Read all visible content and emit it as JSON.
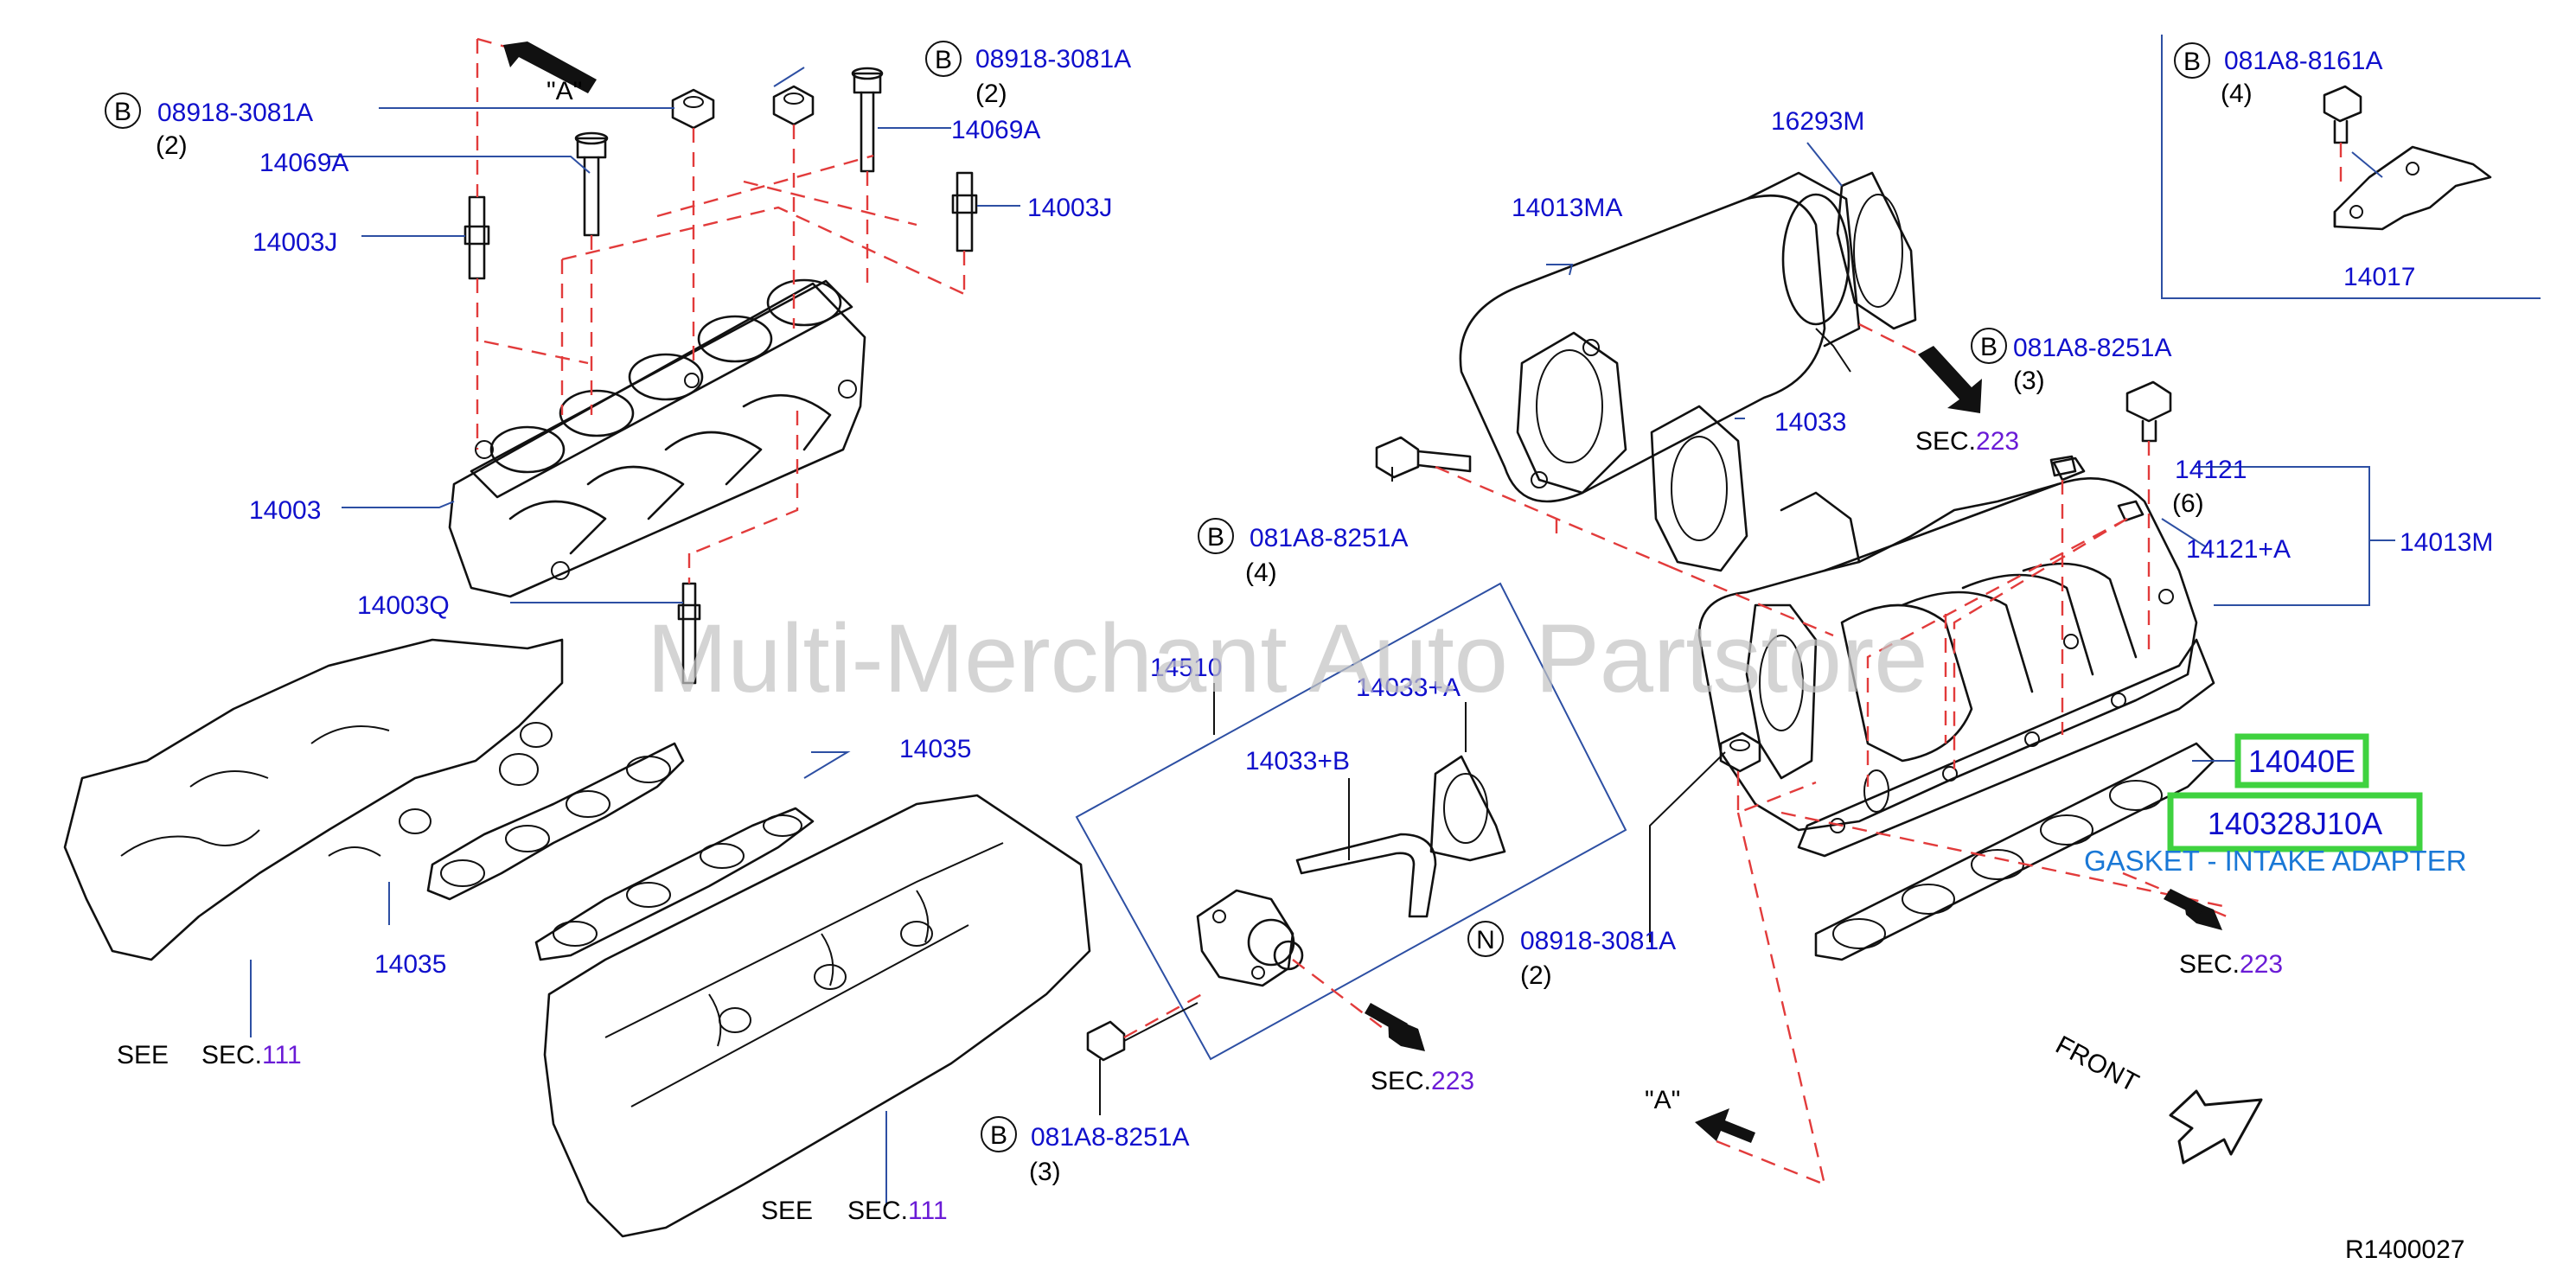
{
  "watermark": "Multi-Merchant Auto Partstore",
  "diagram_id": "R1400027",
  "labels": {
    "p08918_a": "08918-3081A",
    "p08918_b": "08918-3081A",
    "p08918_n": "08918-3081A",
    "p14069a_1": "14069A",
    "p14069a_2": "14069A",
    "p14003j_1": "14003J",
    "p14003j_2": "14003J",
    "p14003": "14003",
    "p14003q": "14003Q",
    "p14035_1": "14035",
    "p14035_2": "14035",
    "p14510": "14510",
    "p14033b": "14033+B",
    "p14033a": "14033+A",
    "p14033": "14033",
    "p14013ma": "14013MA",
    "p16293m": "16293M",
    "p081a8_8161a": "081A8-8161A",
    "p14017": "14017",
    "p081a8_8251a_1": "081A8-8251A",
    "p081a8_8251a_2": "081A8-8251A",
    "p081a8_8251a_3": "081A8-8251A",
    "p14121": "14121",
    "p14121a": "14121+A",
    "p14013m": "14013M",
    "p14040e": "14040E",
    "p140328j10a": "140328J10A",
    "gasket_desc": "GASKET - INTAKE ADAPTER"
  },
  "qty": {
    "q2_a": "(2)",
    "q2_b": "(2)",
    "q2_n": "(2)",
    "q4_8161": "(4)",
    "q3_8251_top": "(3)",
    "q4_8251_mid": "(4)",
    "q3_8251_bot": "(3)",
    "q6_14121": "(6)"
  },
  "circles": {
    "b1": "B",
    "b2": "B",
    "b3": "B",
    "b4": "B",
    "b5": "B",
    "b6": "B",
    "n1": "N"
  },
  "refs": {
    "see": "SEE",
    "sec_prefix": "SEC.",
    "sec111": "111",
    "sec223": "223",
    "view_a": "\"A\"",
    "front": "FRONT"
  },
  "colors": {
    "part_number": "#1010cc",
    "section_number": "#6a1bd6",
    "highlight_box": "#3fd23f",
    "dashed_line": "#e23b3b",
    "gasket_description": "#1a78d6"
  }
}
